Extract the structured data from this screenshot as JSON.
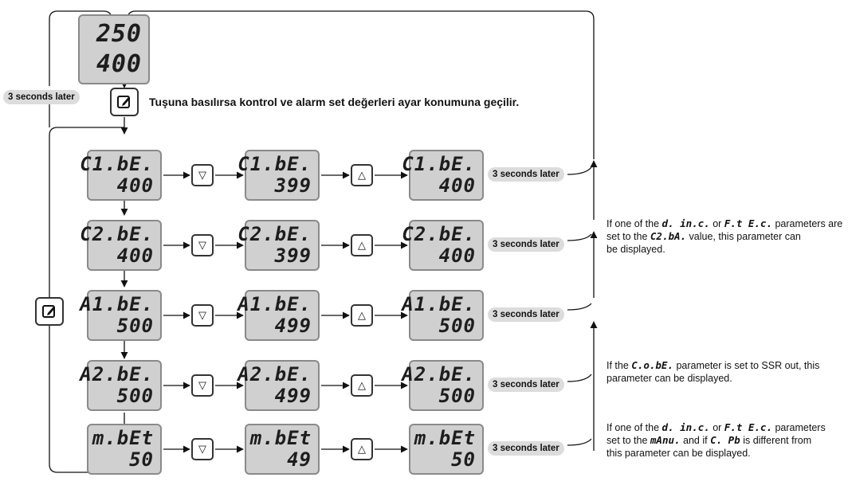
{
  "top_display": {
    "line1": "250",
    "line2": "400"
  },
  "left_pill": "3 seconds later",
  "instruction": "Tuşuna basılırsa kontrol ve alarm set değerleri ayar konumuna geçilir.",
  "icons": {
    "edit": "edit-key-icon",
    "down": "down-arrow-key-icon",
    "up": "up-arrow-key-icon"
  },
  "key_labels": {
    "down": "▽",
    "up": "△"
  },
  "rows": [
    {
      "display1": {
        "line1": "C1.bE.",
        "line2": "400"
      },
      "display2": {
        "line1": "C1.bE.",
        "line2": "399"
      },
      "display3": {
        "line1": "C1.bE.",
        "line2": "400"
      },
      "pill": "3 seconds later"
    },
    {
      "display1": {
        "line1": "C2.bE.",
        "line2": "400"
      },
      "display2": {
        "line1": "C2.bE.",
        "line2": "399"
      },
      "display3": {
        "line1": "C2.bE.",
        "line2": "400"
      },
      "pill": "3 seconds later"
    },
    {
      "display1": {
        "line1": "A1.bE.",
        "line2": "500"
      },
      "display2": {
        "line1": "A1.bE.",
        "line2": "499"
      },
      "display3": {
        "line1": "A1.bE.",
        "line2": "500"
      },
      "pill": "3 seconds later"
    },
    {
      "display1": {
        "line1": "A2.bE.",
        "line2": "500"
      },
      "display2": {
        "line1": "A2.bE.",
        "line2": "499"
      },
      "display3": {
        "line1": "A2.bE.",
        "line2": "500"
      },
      "pill": "3 seconds later"
    },
    {
      "display1": {
        "line1": "m.bEt",
        "line2": "50"
      },
      "display2": {
        "line1": "m.bEt",
        "line2": "49"
      },
      "display3": {
        "line1": "m.bEt",
        "line2": "50"
      },
      "pill": "3 seconds later"
    }
  ],
  "notes": {
    "note1": {
      "a1": "If one of the ",
      "c1": "d. in.c.",
      "a2": " or ",
      "c2": "F.t E.c.",
      "a3": " parameters are",
      "b1": "set to the ",
      "c3": "C2.bA.",
      "b2": " value, this parameter can",
      "line3": "be displayed."
    },
    "note2": {
      "a1": "If the ",
      "c1": "C.o.bE.",
      "a2": " parameter is set to SSR out, this",
      "line2": "parameter can be displayed."
    },
    "note3": {
      "a1": "If one of the ",
      "c1": "d. in.c.",
      "a2": " or ",
      "c2": "F.t E.c.",
      "a3": " parameters",
      "b1": "set to the ",
      "c3": "mAnu.",
      "b2": " and if ",
      "c4": "C. Pb",
      "b3": " is different from",
      "line3": "this parameter can be displayed."
    }
  }
}
